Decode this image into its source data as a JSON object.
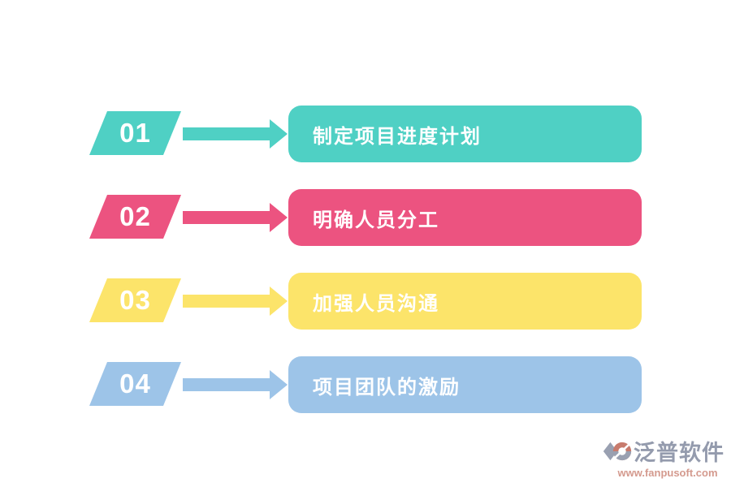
{
  "page": {
    "background": "#ffffff"
  },
  "steps": [
    {
      "number": "01",
      "label": "制定项目进度计划",
      "color": "#4fd0c4"
    },
    {
      "number": "02",
      "label": "明确人员分工",
      "color": "#ec5380"
    },
    {
      "number": "03",
      "label": "加强人员沟通",
      "color": "#fce46a"
    },
    {
      "number": "04",
      "label": "项目团队的激励",
      "color": "#9dc4e8"
    }
  ],
  "footer": {
    "brand": "泛普软件",
    "url": "www.fanpusoft.com",
    "brand_color": "#949bad",
    "url_color": "#d49a8e",
    "icon_gray": "#99a0b1",
    "icon_red": "#c87b6d"
  }
}
